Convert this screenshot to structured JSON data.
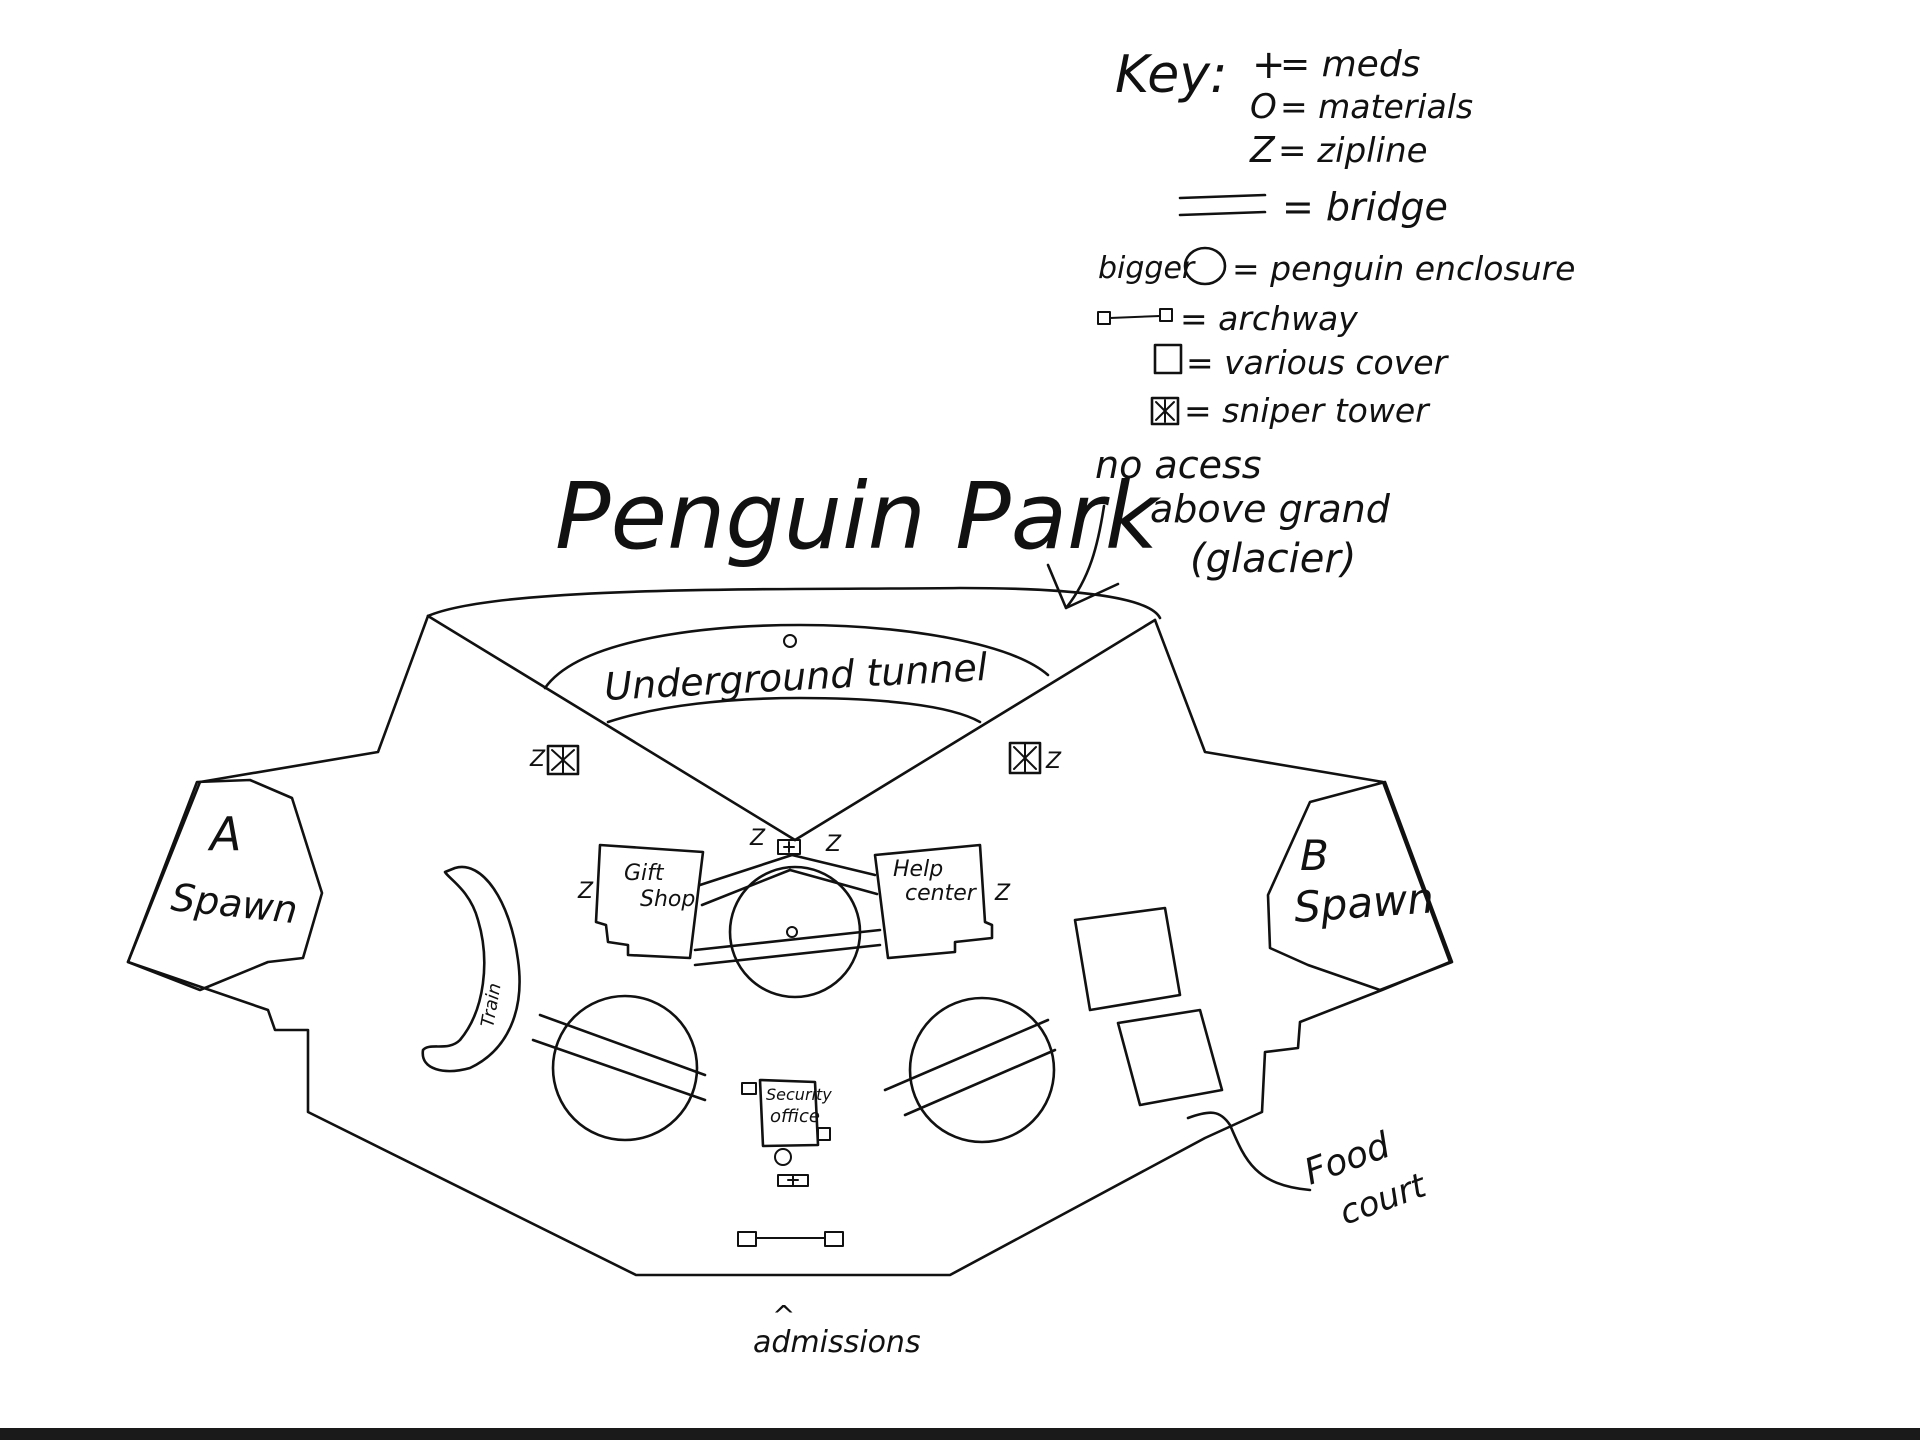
{
  "title": "Penguin Park",
  "key": {
    "heading": "Key:",
    "items": [
      {
        "symbol": "+",
        "label": "= meds",
        "icon": "plus-icon"
      },
      {
        "symbol": "O",
        "label": "= materials",
        "icon": "circle-icon"
      },
      {
        "symbol": "Z",
        "label": "= zipline",
        "icon": "zipline-icon"
      },
      {
        "symbol": "",
        "label": "= bridge",
        "icon": "bridge-icon"
      },
      {
        "symbol": "bigger",
        "label": "= penguin enclosure",
        "icon": "large-circle-icon"
      },
      {
        "symbol": "",
        "label": "= archway",
        "icon": "archway-icon"
      },
      {
        "symbol": "",
        "label": "= various cover",
        "icon": "square-icon"
      },
      {
        "symbol": "",
        "label": "= sniper tower",
        "icon": "sniper-tower-icon"
      }
    ]
  },
  "annotations": {
    "no_access": [
      "no acess",
      "above grand",
      "(glacier)"
    ],
    "tunnel": "Underground tunnel",
    "spawn_a": [
      "A",
      "Spawn"
    ],
    "spawn_b": [
      "B",
      "Spawn"
    ],
    "train": "Train",
    "gift_shop": [
      "Gift",
      "Shop"
    ],
    "help_center": [
      "Help",
      "center"
    ],
    "security_office": [
      "Security",
      "office"
    ],
    "food_court": [
      "Food",
      "court"
    ],
    "admissions_arrow": "^",
    "admissions": "admissions",
    "zipline_mark": "Z"
  },
  "colors": {
    "ink": "#111111",
    "background": "#ffffff",
    "bottom_bar": "#1a1a1a"
  }
}
